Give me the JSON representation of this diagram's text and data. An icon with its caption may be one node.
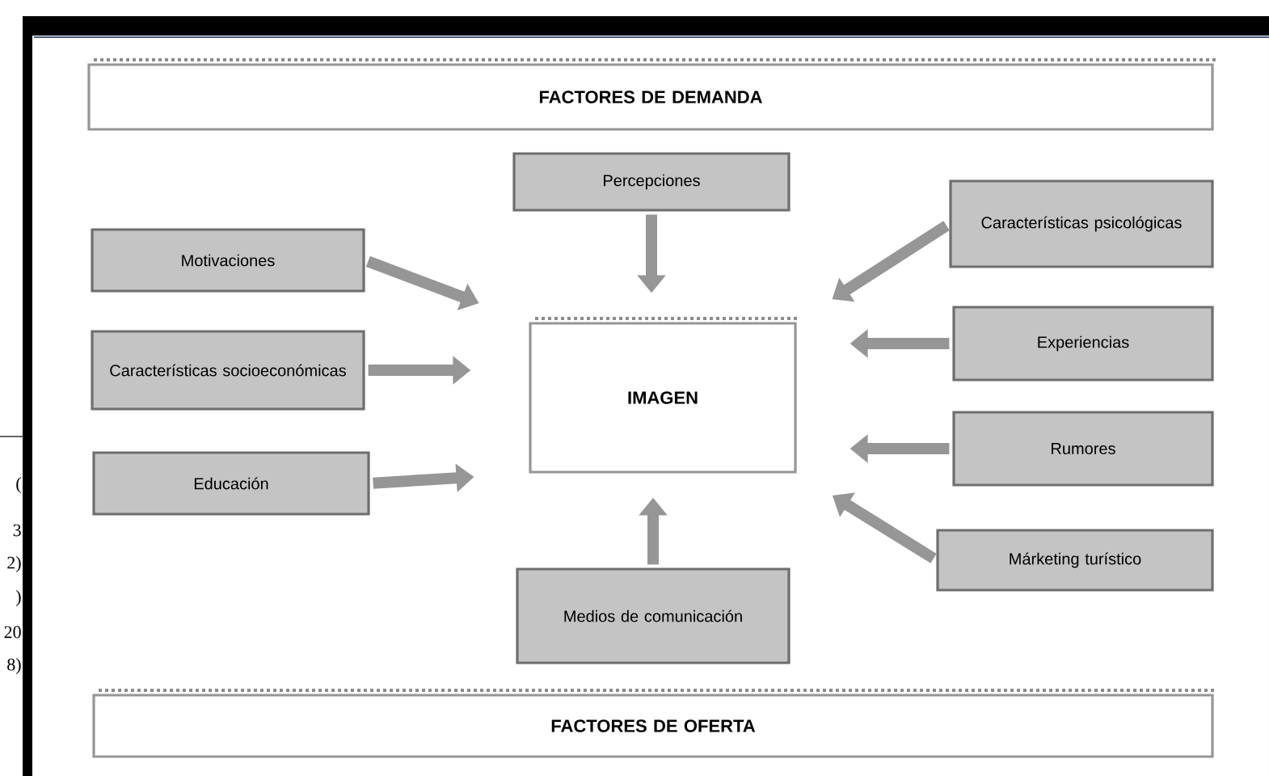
{
  "diagram": {
    "nodes": [
      {
        "text": [
          "FACTORES DE DEMANDA"
        ]
      },
      {
        "text": [
          "Percepciones"
        ]
      },
      {
        "text": [
          "Motivaciones"
        ]
      },
      {
        "text": [
          "Características socioeconómicas"
        ]
      },
      {
        "text": [
          "Educación"
        ]
      },
      {
        "text": [
          "IMAGEN"
        ]
      },
      {
        "text": [
          "Características psicológicas"
        ]
      },
      {
        "text": [
          "Experiencias"
        ]
      },
      {
        "text": [
          "Rumores"
        ]
      },
      {
        "text": [
          "Márketing turístico"
        ]
      },
      {
        "text": [
          "Medios de comunicación"
        ]
      },
      {
        "text": [
          "FACTORES DE OFERTA"
        ]
      }
    ],
    "edges": [
      {
        "from": 2,
        "to": 5,
        "arrow": "to"
      },
      {
        "from": 3,
        "to": 5,
        "arrow": "to"
      },
      {
        "from": 4,
        "to": 5,
        "arrow": "to"
      },
      {
        "from": 1,
        "to": 5,
        "arrow": "to"
      },
      {
        "from": 6,
        "to": 5,
        "arrow": "to"
      },
      {
        "from": 7,
        "to": 5,
        "arrow": "to"
      },
      {
        "from": 8,
        "to": 5,
        "arrow": "to"
      },
      {
        "from": 9,
        "to": 5,
        "arrow": "to"
      },
      {
        "from": 10,
        "to": 5,
        "arrow": "to"
      }
    ],
    "labels": [
      "(",
      "3",
      "2)",
      ")",
      "20",
      "8)"
    ]
  }
}
